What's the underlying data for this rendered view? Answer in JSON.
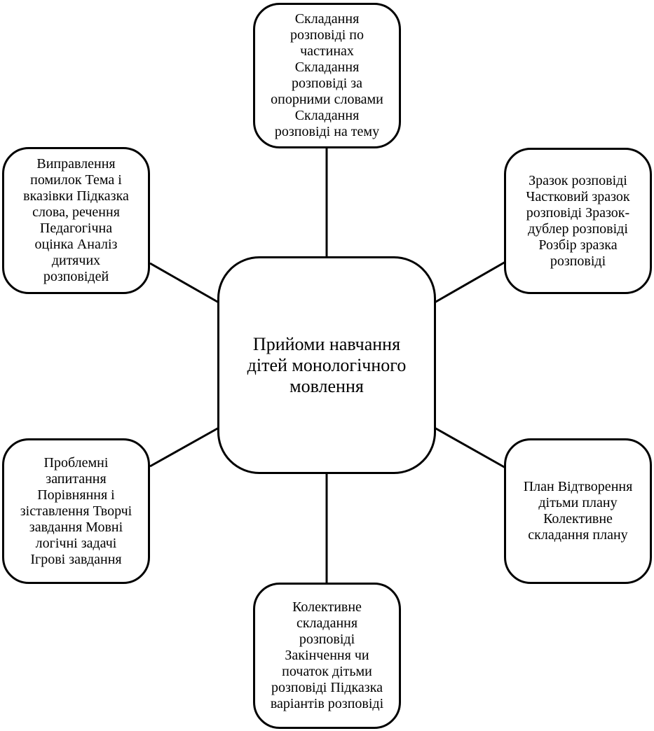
{
  "center": {
    "label": "Прийоми навчання\nдітей монологічного\nмовлення"
  },
  "nodes": {
    "top": "Складання\nрозповіді по\nчастинах\nСкладання\nрозповіді за\nопорними словами\nСкладання\nрозповіді на тему",
    "top_left": "Виправлення\nпомилок Тема і\nвказівки Підказка\nслова, речення\nПедагогічна\nоцінка Аналіз\nдитячих\nрозповідей",
    "top_right": "Зразок розповіді\nЧастковий зразок\nрозповіді Зразок-\nдублер розповіді\nРозбір зразка\nрозповіді",
    "bottom_left": "Проблемні\nзапитання\nПорівняння і\nзіставлення Творчі\nзавдання Мовні\nлогічні задачі\nІгрові завдання",
    "bottom_right": "План Відтворення\nдітьми плану\nКолективне\nскладання плану",
    "bottom": "Колективне\nскладання\nрозповіді\nЗакінчення чи\nпочаток дітьми\nрозповіді Підказка\nваріантів розповіді"
  }
}
